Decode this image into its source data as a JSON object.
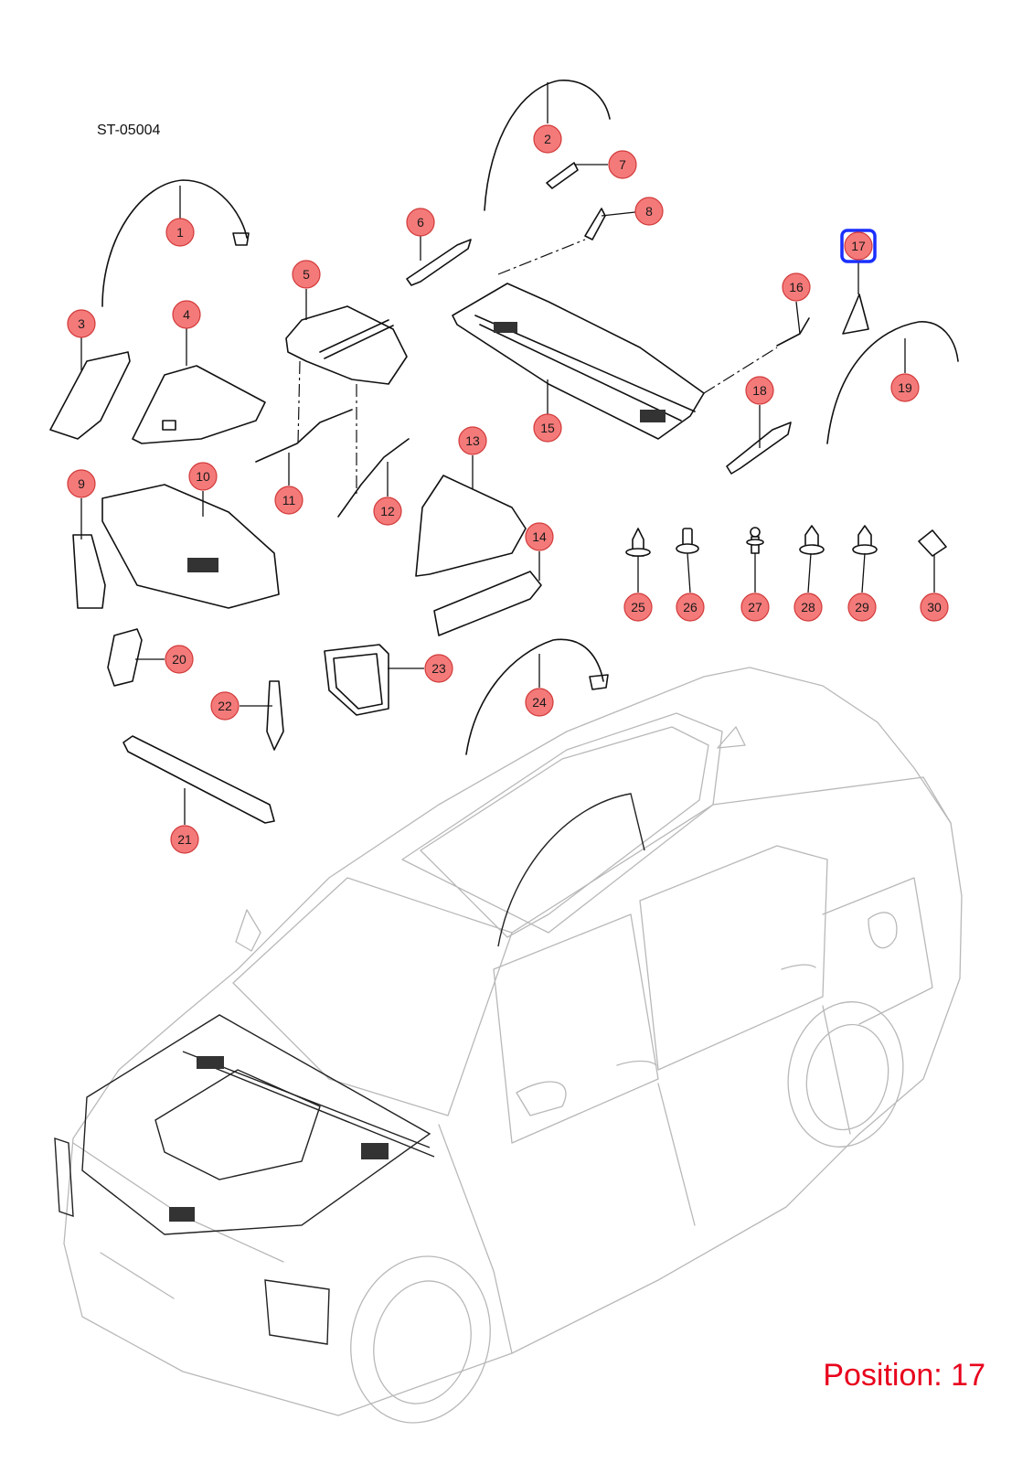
{
  "diagram_code": "ST-05004",
  "position_caption": "Position: 17",
  "selected_callout": "17",
  "callouts": [
    "1",
    "2",
    "3",
    "4",
    "5",
    "6",
    "7",
    "8",
    "9",
    "10",
    "11",
    "12",
    "13",
    "14",
    "15",
    "16",
    "17",
    "18",
    "19",
    "20",
    "21",
    "22",
    "23",
    "24",
    "25",
    "26",
    "27",
    "28",
    "29",
    "30"
  ],
  "colors": {
    "callout_fill": "#f47a7a",
    "callout_stroke": "#d23a3a",
    "highlight": "#1a2fff",
    "caption": "#e8001c"
  }
}
